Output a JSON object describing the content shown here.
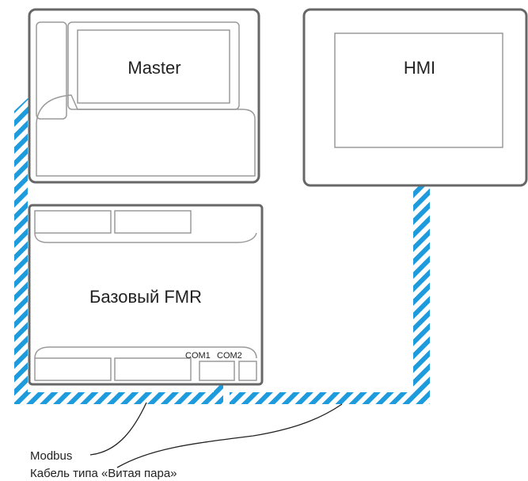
{
  "devices": {
    "master": {
      "label": "Master"
    },
    "hmi": {
      "label": "HMI"
    },
    "fmr": {
      "label": "Базовый FMR",
      "port1": "COM1",
      "port2": "COM2"
    }
  },
  "legend": {
    "line1": "Modbus",
    "line2": "Кабель типа «Витая пара»"
  },
  "colors": {
    "cable": "#1e9bdc",
    "device_stroke": "#676767",
    "inner_stroke": "#9a9a9a",
    "text": "#222222"
  }
}
